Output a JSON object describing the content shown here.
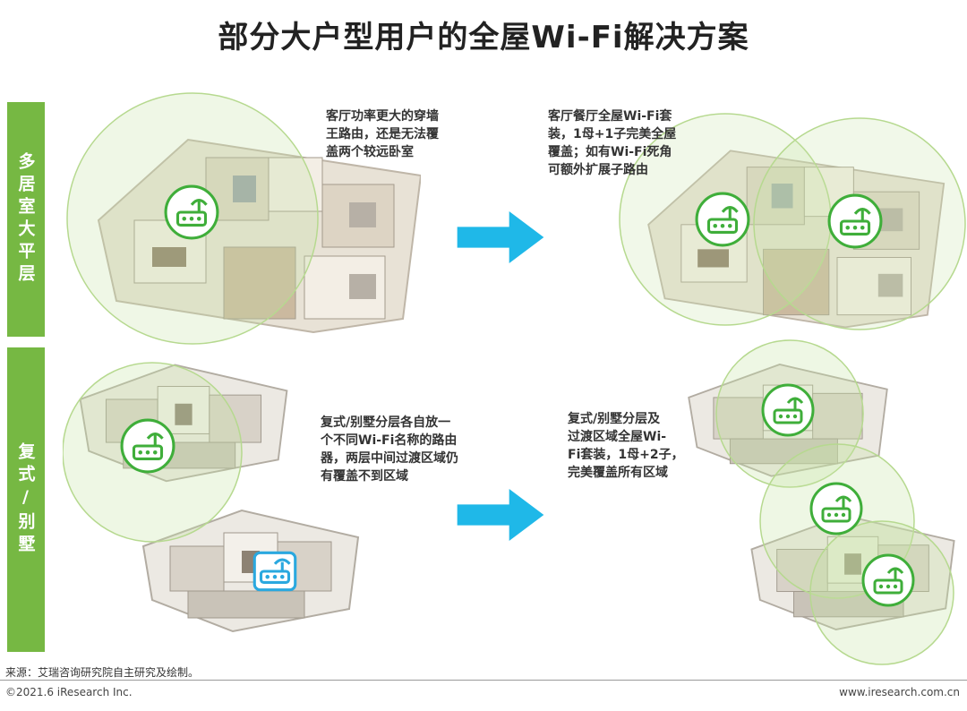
{
  "title": "部分大户型用户的全屋Wi-Fi解决方案",
  "rows": [
    {
      "label": "多居室大平层",
      "before_text": "客厅功率更大的穿墙\n王路由，还是无法覆\n盖两个较远卧室",
      "after_text": "客厅餐厅全屋Wi-Fi套\n装，1母+1子完美全屋\n覆盖；如有Wi-Fi死角\n可额外扩展子路由"
    },
    {
      "label": "复式/别墅",
      "before_text": "复式/别墅分层各自放一\n个不同Wi-Fi名称的路由\n器，两层中间过渡区域仍\n有覆盖不到区域",
      "after_text": "复式/别墅分层及\n过渡区域全屋Wi-\nFi套装，1母+2子，\n完美覆盖所有区域"
    }
  ],
  "icons": {
    "router": "wifi-router-icon",
    "arrow": "right-arrow-icon",
    "floorplan": "floorplan-illustration"
  },
  "colors": {
    "accent_green": "#76b843",
    "arrow_cyan": "#1fb8e8",
    "coverage_circle": "#c6e3a6",
    "router_blue": "#2aa8df"
  },
  "footer": {
    "source": "来源：艾瑞咨询研究院自主研究及绘制。",
    "copyright": "©2021.6 iResearch Inc.",
    "website": "www.iresearch.com.cn"
  }
}
